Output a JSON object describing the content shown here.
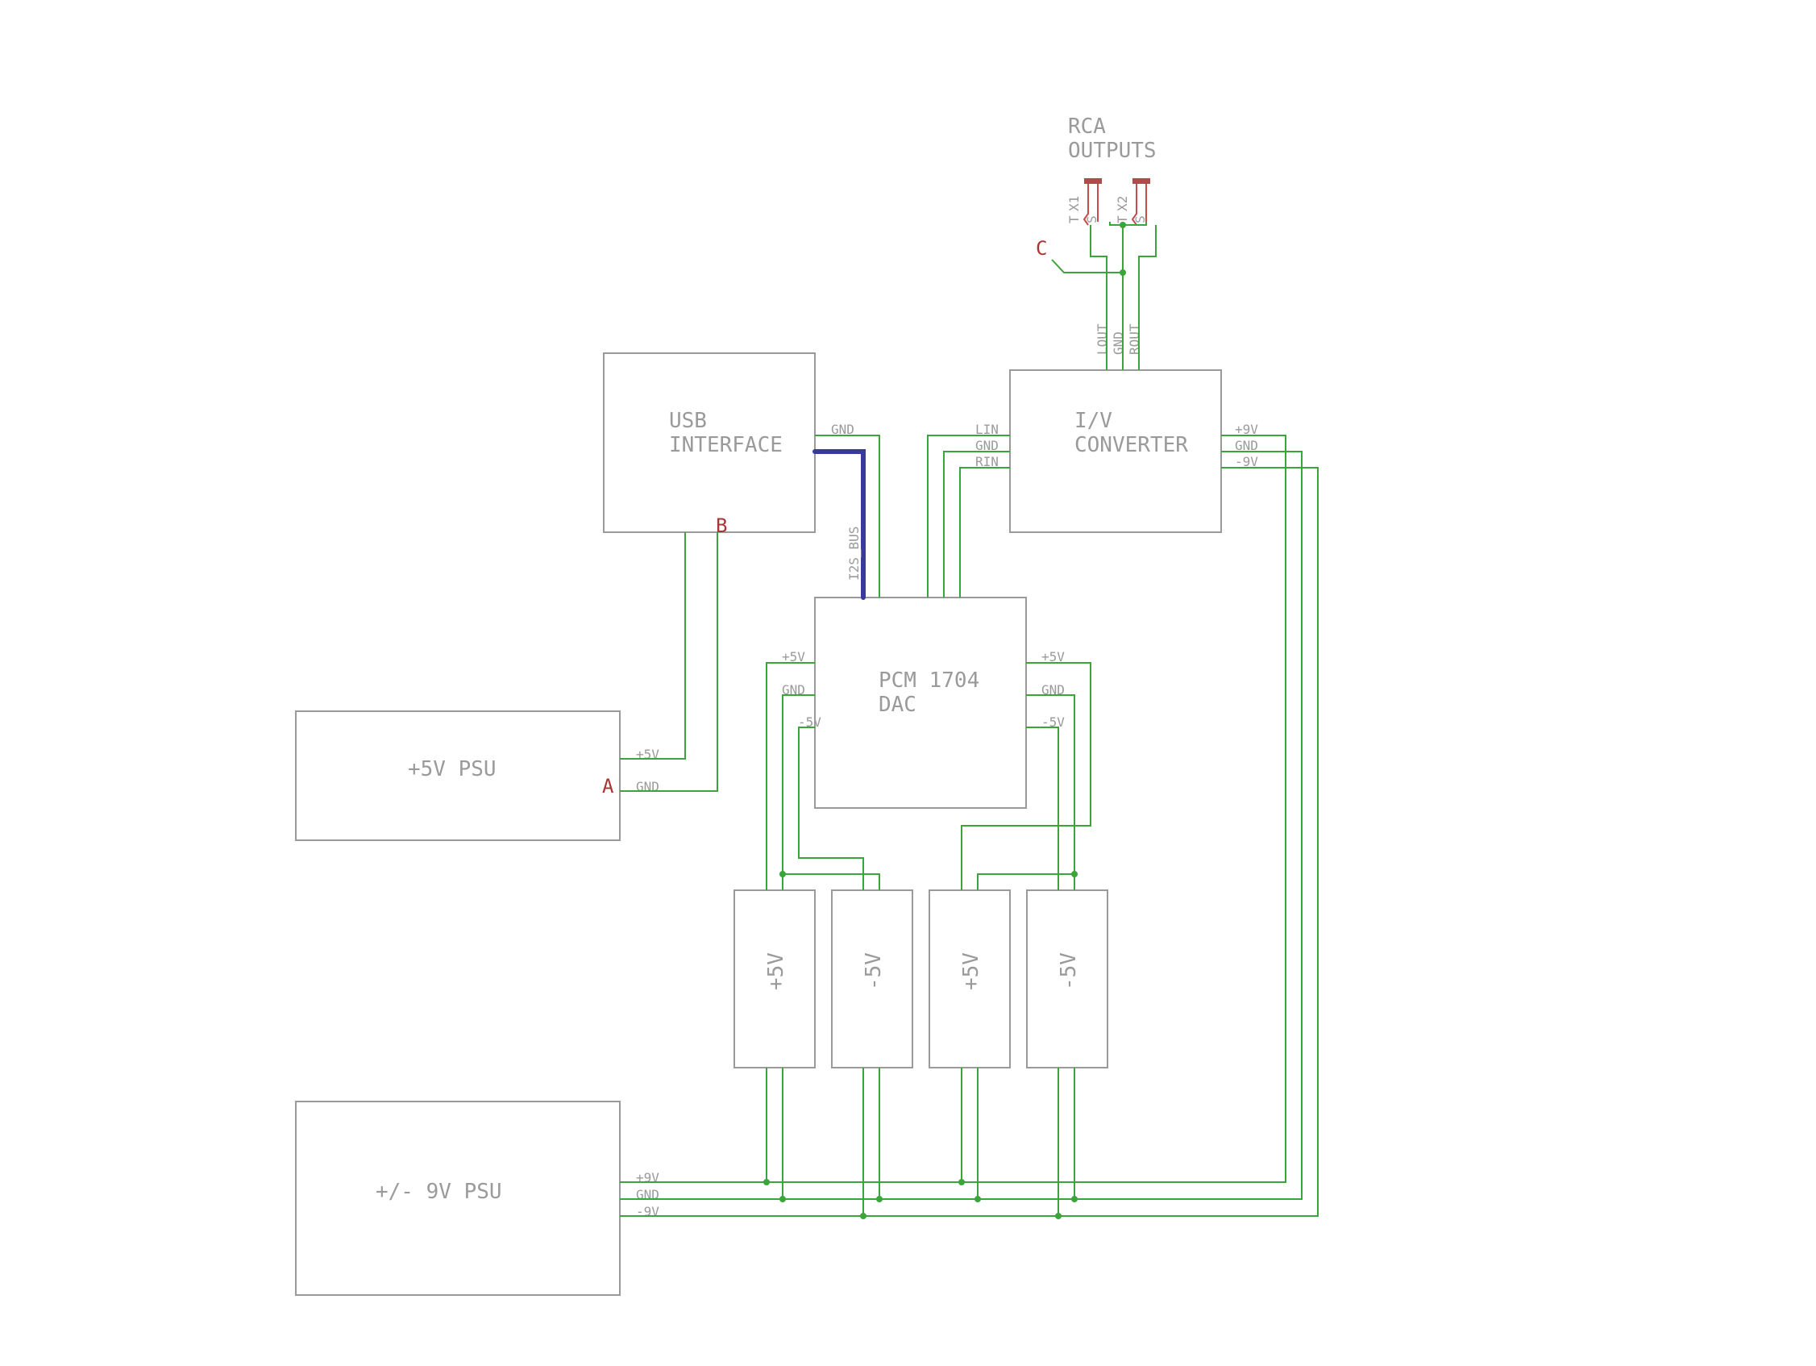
{
  "diagram": {
    "blocks": {
      "usb": {
        "line1": "USB",
        "line2": "INTERFACE",
        "gnd": "GND",
        "ref": "B"
      },
      "iv": {
        "line1": "I/V",
        "line2": "CONVERTER",
        "lin": "LIN",
        "gnd_left": "GND",
        "rin": "RIN",
        "p9": "+9V",
        "gnd_right": "GND",
        "m9": "-9V",
        "lout": "LOUT",
        "gnd_top": "GND",
        "rout": "ROUT"
      },
      "dac": {
        "line1": "PCM 1704",
        "line2": "DAC",
        "p5_l": "+5V",
        "gnd_l": "GND",
        "m5_l": "-5V",
        "p5_r": "+5V",
        "gnd_r": "GND",
        "m5_r": "-5V"
      },
      "psu5": {
        "label": "+5V PSU",
        "p5": "+5V",
        "gnd": "GND",
        "ref": "A"
      },
      "psu9": {
        "label": "+/- 9V PSU",
        "p9": "+9V",
        "gnd": "GND",
        "m9": "-9V"
      },
      "reg1": {
        "label": "+5V"
      },
      "reg2": {
        "label": "-5V"
      },
      "reg3": {
        "label": "+5V"
      },
      "reg4": {
        "label": "-5V"
      }
    },
    "outputs": {
      "line1": "RCA",
      "line2": "OUTPUTS",
      "x1": "X1",
      "x2": "X2",
      "t": "T",
      "s": "S",
      "ref": "C"
    },
    "bus_label": "I2S_BUS"
  }
}
